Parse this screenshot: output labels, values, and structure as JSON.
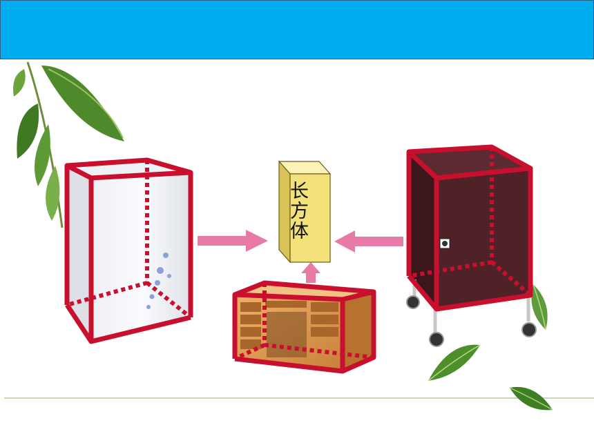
{
  "box_label": "长方体",
  "colors": {
    "header": "#00aeef",
    "edge": "#c8102e",
    "arrow": "#e87aa6",
    "box_front": "#f3e27a",
    "cabinet": "#4f2228"
  },
  "icons": {
    "leaves": "green-leaf-branch",
    "arrows": "pink-arrow"
  }
}
